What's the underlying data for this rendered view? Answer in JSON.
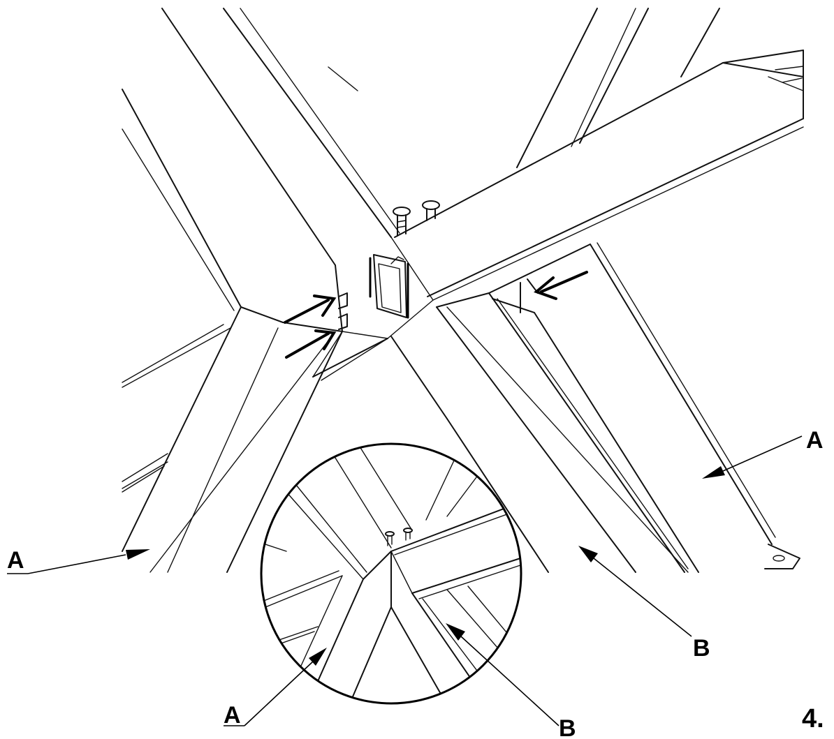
{
  "labels": {
    "leg_left": "A",
    "leg_right": "A",
    "center_beam": "B",
    "detail_left": "A",
    "detail_right": "B"
  },
  "step_number": "4."
}
